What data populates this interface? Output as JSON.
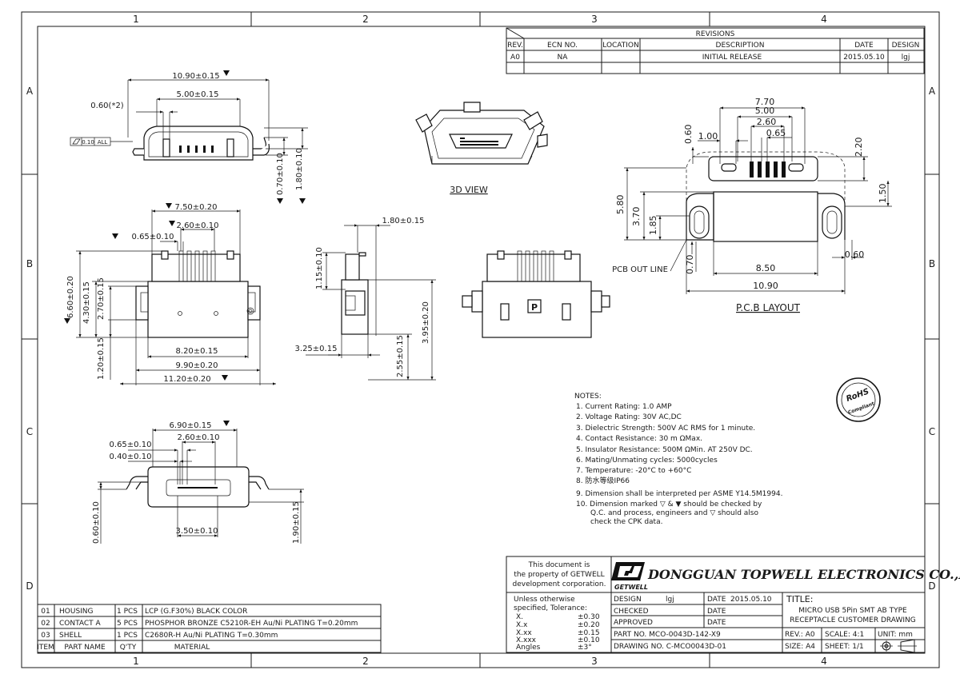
{
  "grid": {
    "columns": [
      "1",
      "2",
      "3",
      "4"
    ],
    "rows": [
      "A",
      "B",
      "C",
      "D"
    ]
  },
  "revisions": {
    "title": "REVISIONS",
    "headers": [
      "REV.",
      "ECN NO.",
      "LOCATION",
      "DESCRIPTION",
      "DATE",
      "DESIGN"
    ],
    "rows": [
      [
        "A0",
        "NA",
        "",
        "INITIAL RELEASE",
        "2015.05.10",
        "lgj"
      ]
    ]
  },
  "views": {
    "iso_label": "3D VIEW",
    "pcb_label": "P.C.B LAYOUT",
    "pcb_outline_label": "PCB OUT LINE"
  },
  "dimensions": {
    "top": [
      "10.90±0.15",
      "5.00±0.15",
      "0.60(*2)",
      "0.70±0.10",
      "1.80±0.10"
    ],
    "flatness": [
      "0.10",
      "ALL"
    ],
    "front": [
      "7.50±0.20",
      "2.60±0.10",
      "0.65±0.10",
      "6.60±0.20",
      "4.30±0.15",
      "2.70±0.15",
      "1.20±0.15",
      "8.20±0.15",
      "9.90±0.20",
      "11.20±0.20"
    ],
    "side": [
      "1.80±0.15",
      "1.15±0.10",
      "3.25±0.15",
      "2.55±0.15",
      "3.95±0.20"
    ],
    "bottom": [
      "6.90±0.15",
      "2.60±0.10",
      "0.65±0.10",
      "0.40±0.10",
      "0.60±0.10",
      "1.90±0.15",
      "3.50±0.10"
    ],
    "pcb": [
      "7.70",
      "5.00",
      "2.60",
      "0.65",
      "1.00",
      "0.60",
      "2.20",
      "1.50",
      "5.80",
      "3.70",
      "1.85",
      "0.70",
      "8.50",
      "10.90",
      "0.60"
    ]
  },
  "back_view_mark": "P",
  "notes": {
    "title": "NOTES:",
    "items": [
      "1. Current Rating: 1.0 AMP",
      "2. Voltage Rating: 30V AC,DC",
      "3. Dielectric Strength: 500V AC RMS for 1 minute.",
      "4. Contact Resistance:    30 m ΩMax.",
      "5. Insulator Resistance:    500M ΩMin. AT 250V DC.",
      "6. Mating/Unmating cycles: 5000cycles",
      "7. Temperature: -20°C to +60°C",
      "8. 防水等级IP66",
      "9. Dimension shall be interpreted per ASME Y14.5M1994.",
      "10. Dimension marked ▽  &  ▼ should be checked by",
      "Q.C. and process, engineers and  ▽ should also",
      "check the CPK data."
    ]
  },
  "rohs": {
    "top": "RoHS",
    "bottom": "Compliant"
  },
  "bom": {
    "headers": [
      "ITEM",
      "PART NAME",
      "Q'TY",
      "MATERIAL"
    ],
    "rows": [
      [
        "01",
        "HOUSING",
        "1 PCS",
        "LCP (G.F30%) BLACK COLOR"
      ],
      [
        "02",
        "CONTACT A",
        "5 PCS",
        "PHOSPHOR BRONZE C5210R-EH   Au/Ni   PLATING T=0.20mm"
      ],
      [
        "03",
        "SHELL",
        "1 PCS",
        "C2680R-H   Au/Ni   PLATING T=0.30mm"
      ]
    ]
  },
  "title_block": {
    "property_lines": [
      "This document is",
      "the property of GETWELL",
      "development corporation."
    ],
    "company": "DONGGUAN TOPWELL ELECTRONICS CO.,LTD.",
    "logo_text": "GETWELL",
    "tolerance": {
      "heading": [
        "Unless otherwise",
        "specified, Tolerance:"
      ],
      "rows": [
        [
          "X.",
          "±0.30"
        ],
        [
          "X.x",
          "±0.20"
        ],
        [
          "X.xx",
          "±0.15"
        ],
        [
          "X.xxx",
          "±0.10"
        ],
        [
          "Angles",
          "±3°"
        ]
      ]
    },
    "design_label": "DESIGN",
    "design_value": "lgj",
    "date_label": "DATE",
    "date_value": "2015.05.10",
    "checked_label": "CHECKED",
    "checked_date_label": "DATE",
    "approved_label": "APPROVED",
    "approved_date_label": "DATE",
    "title_label": "TITLE:",
    "title_lines": [
      "MICRO USB   5Pin SMT AB TYPE",
      "RECEPTACLE CUSTOMER DRAWING"
    ],
    "part_no": "PART NO. MCO-0043D-142-X9",
    "drawing_no": "DRAWING NO. C-MCO0043D-01",
    "rev": "REV.: A0",
    "scale": "SCALE:  4:1",
    "unit": "UNIT:  mm",
    "size": "SIZE:  A4",
    "sheet": "SHEET:  1/1"
  }
}
